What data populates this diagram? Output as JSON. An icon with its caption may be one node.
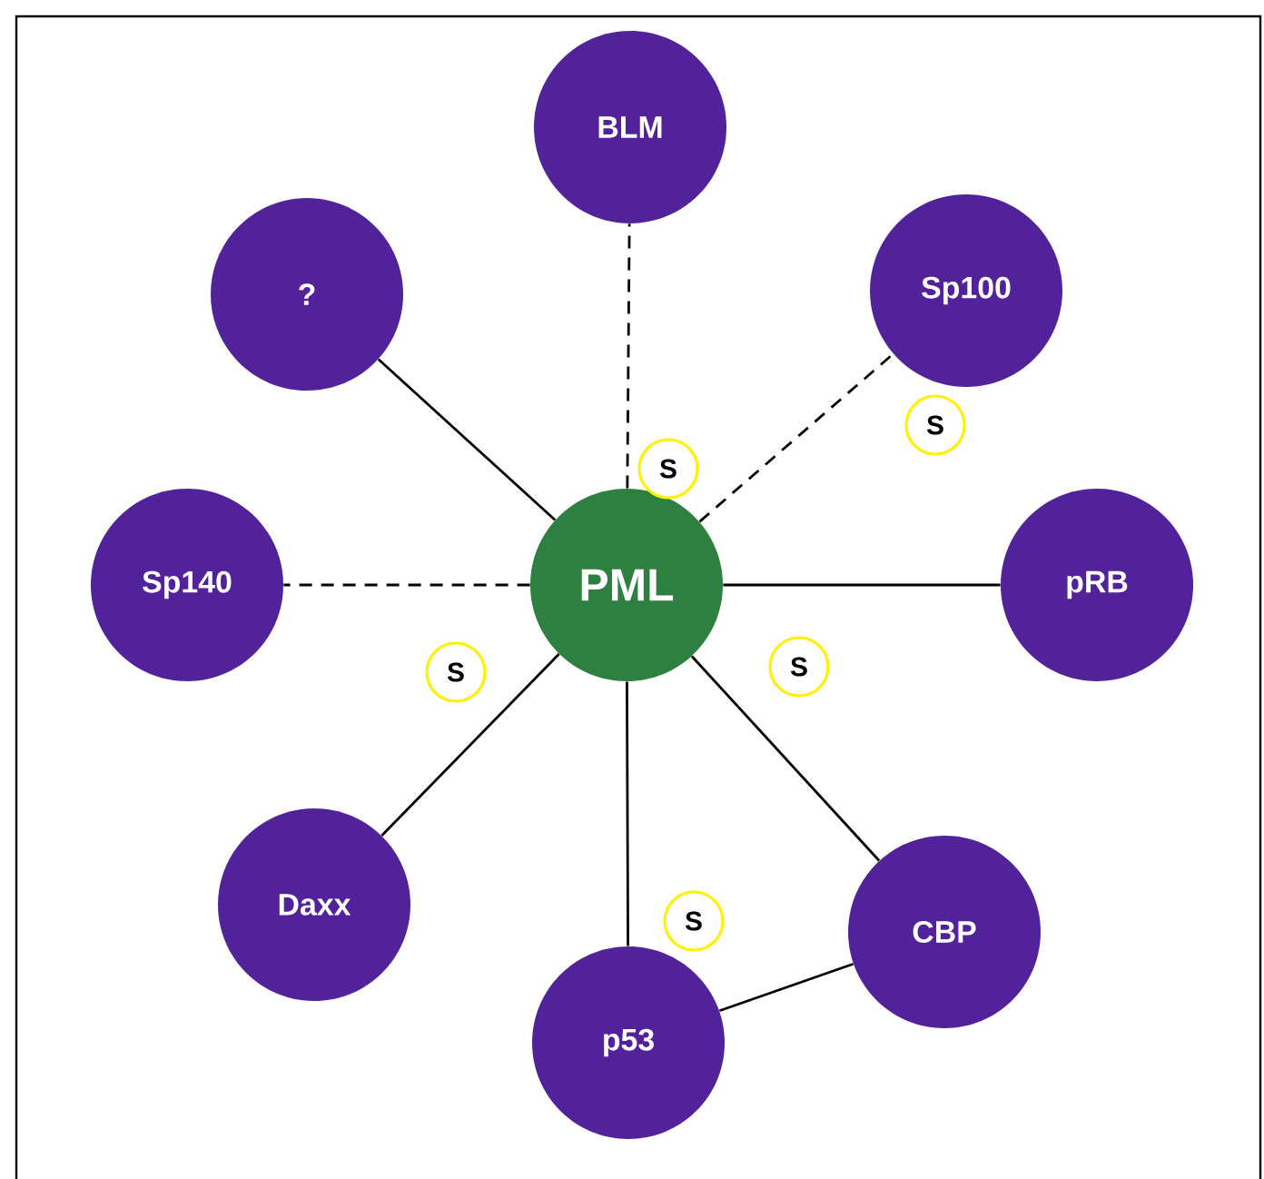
{
  "diagram": {
    "nodes": [
      {
        "text": [
          "BLM"
        ]
      },
      {
        "text": [
          "?"
        ]
      },
      {
        "text": [
          "Sp100"
        ]
      },
      {
        "text": [
          "Sp140"
        ]
      },
      {
        "text": [
          "PML"
        ]
      },
      {
        "text": [
          "pRB"
        ]
      },
      {
        "text": [
          "Daxx"
        ]
      },
      {
        "text": [
          "CBP"
        ]
      },
      {
        "text": [
          "p53"
        ]
      },
      {
        "text": [
          "S"
        ]
      },
      {
        "text": [
          "S"
        ]
      },
      {
        "text": [
          "S"
        ]
      },
      {
        "text": [
          "S"
        ]
      },
      {
        "text": [
          "S"
        ]
      }
    ],
    "edges": [
      {
        "from": 4,
        "to": 0,
        "arrow": "none",
        "style": "dashed"
      },
      {
        "from": 4,
        "to": 1,
        "arrow": "none"
      },
      {
        "from": 4,
        "to": 2,
        "arrow": "none",
        "style": "dashed"
      },
      {
        "from": 4,
        "to": 3,
        "arrow": "none",
        "style": "dashed"
      },
      {
        "from": 4,
        "to": 5,
        "arrow": "none"
      },
      {
        "from": 4,
        "to": 6,
        "arrow": "none"
      },
      {
        "from": 4,
        "to": 7,
        "arrow": "none"
      },
      {
        "from": 4,
        "to": 8,
        "arrow": "none"
      },
      {
        "from": 8,
        "to": 7,
        "arrow": "none"
      }
    ]
  }
}
